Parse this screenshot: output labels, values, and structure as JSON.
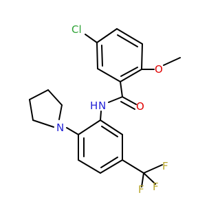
{
  "molecule": {
    "atoms": {
      "cl": "Cl",
      "o_methoxy": "O",
      "o_carbonyl": "O",
      "n_amide": "N",
      "h_amide": "H",
      "n_pyrrolidine": "N",
      "f1": "F",
      "f2": "F",
      "f3": "F"
    },
    "colors": {
      "carbon": "#000000",
      "nitrogen": "#1f1fd6",
      "oxygen": "#e00000",
      "chlorine": "#2fa336",
      "fluorine": "#b7a52a"
    }
  }
}
